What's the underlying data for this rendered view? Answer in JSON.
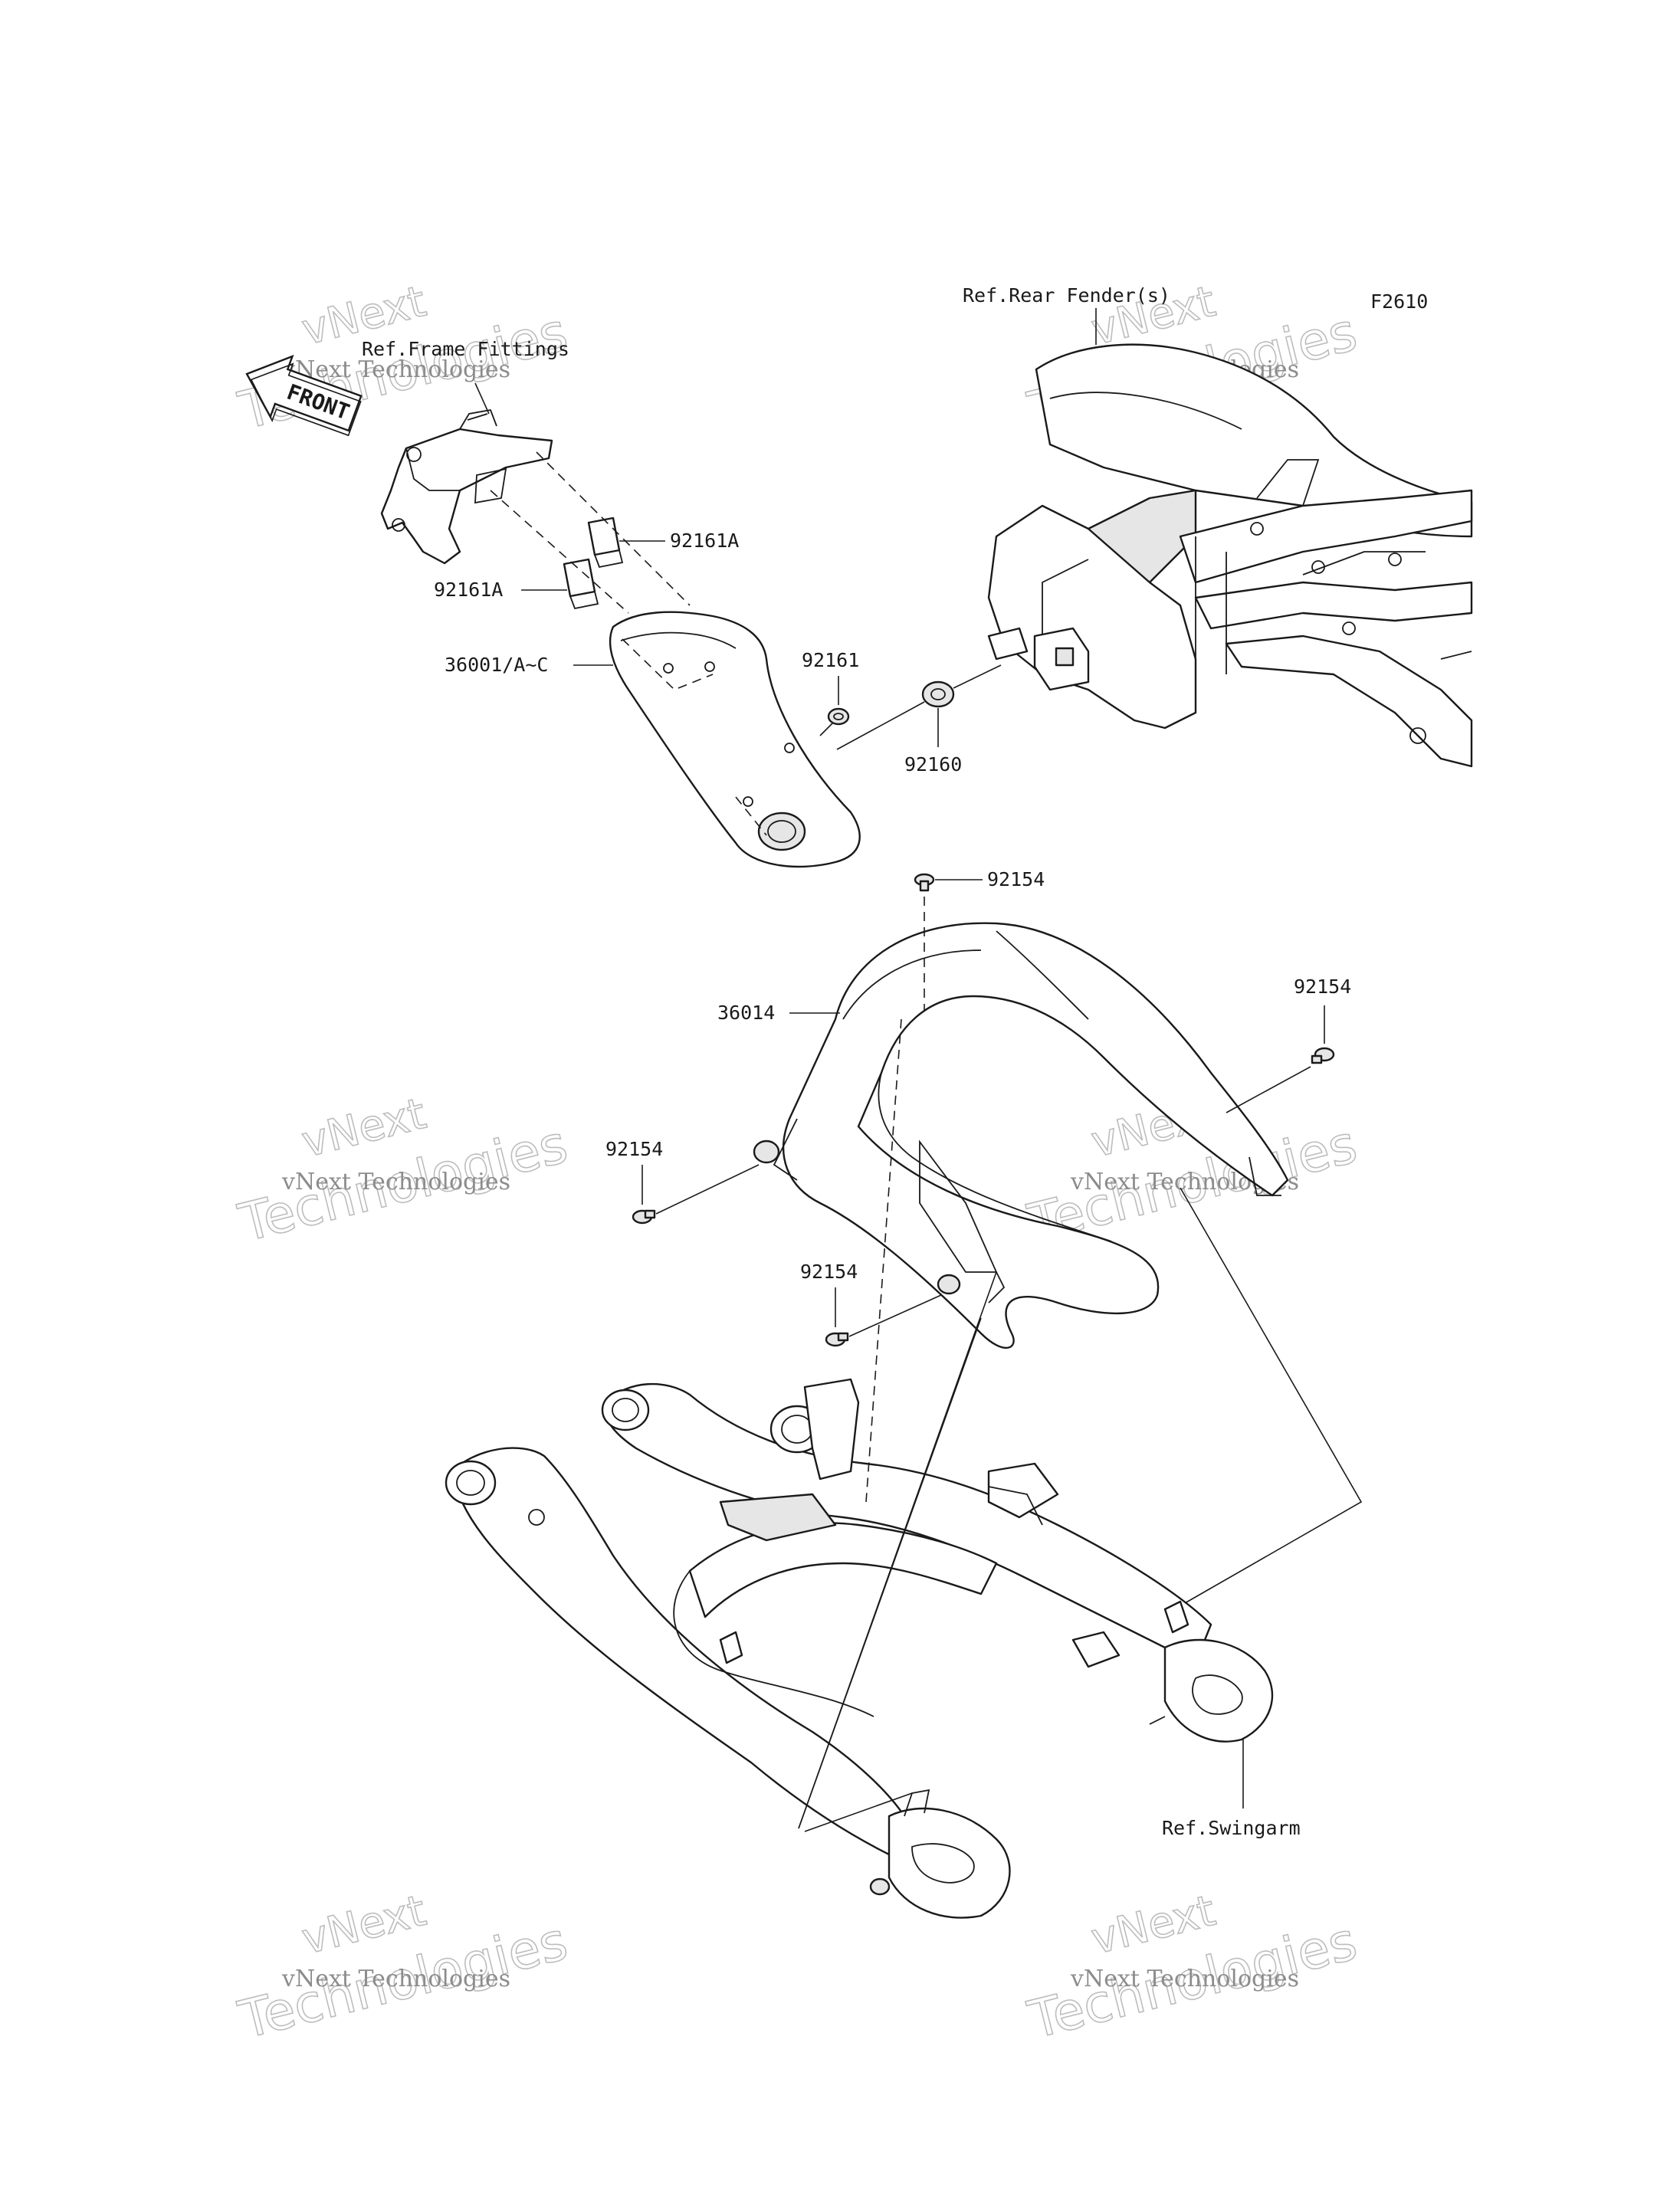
{
  "diagram_code": "F2610",
  "front_label": "FRONT",
  "references": {
    "frame_fittings": "Ref.Frame Fittings",
    "rear_fender": "Ref.Rear Fender(s)",
    "swingarm": "Ref.Swingarm"
  },
  "parts": {
    "p92161a_top": "92161A",
    "p92161a_left": "92161A",
    "p36001": "36001/A~C",
    "p92161": "92161",
    "p92160": "92160",
    "p92154_top": "92154",
    "p36014": "36014",
    "p92154_right": "92154",
    "p92154_left": "92154",
    "p92154_bottom": "92154"
  },
  "watermarks": {
    "brand_line": "vNext Technologies",
    "big_top": "vNext",
    "big_bottom": "Technologies"
  }
}
